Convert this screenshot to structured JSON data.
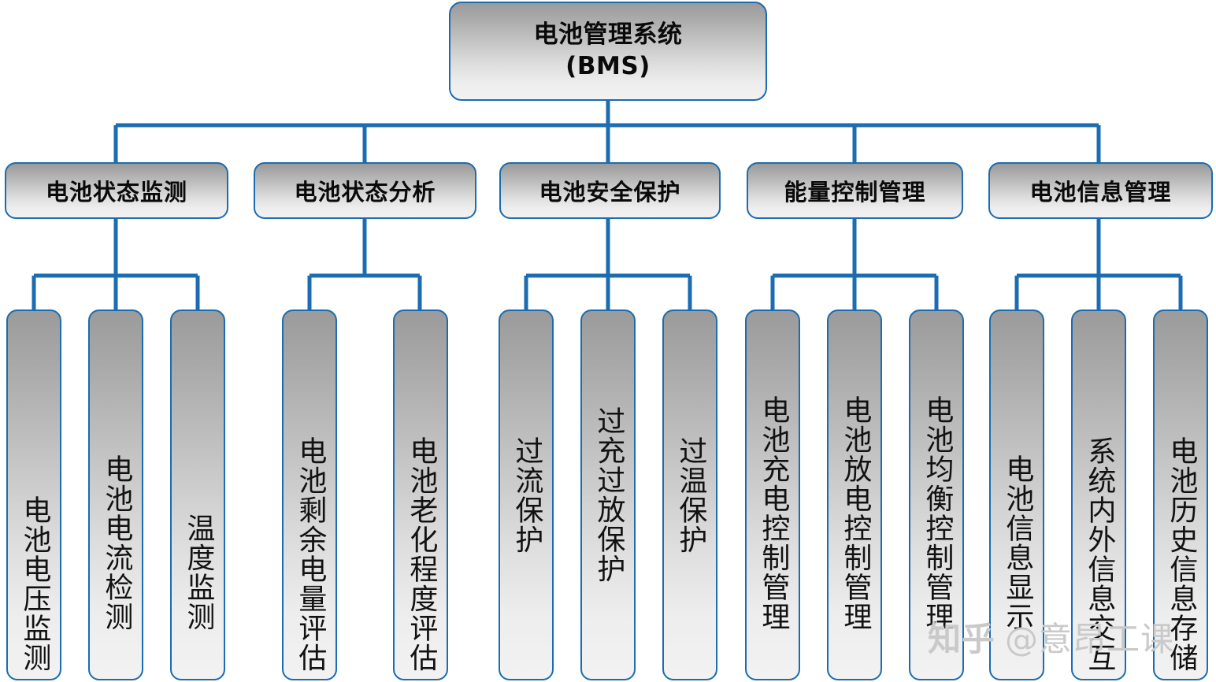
{
  "diagram": {
    "title_node": {
      "line1": "电池管理系统",
      "line2": "(BMS)"
    },
    "branches": [
      {
        "label": "电池状态监测",
        "children": [
          {
            "label": "电池电压监测"
          },
          {
            "label": "电池电流检测"
          },
          {
            "label": "温度监测"
          }
        ]
      },
      {
        "label": "电池状态分析",
        "children": [
          {
            "label": "电池剩余电量评估"
          },
          {
            "label": "电池老化程度评估"
          }
        ]
      },
      {
        "label": "电池安全保护",
        "children": [
          {
            "label": "过流保护"
          },
          {
            "label": "过充过放保护"
          },
          {
            "label": "过温保护"
          }
        ]
      },
      {
        "label": "能量控制管理",
        "children": [
          {
            "label": "电池充电控制管理"
          },
          {
            "label": "电池放电控制管理"
          },
          {
            "label": "电池均衡控制管理"
          }
        ]
      },
      {
        "label": "电池信息管理",
        "children": [
          {
            "label": "电池信息显示"
          },
          {
            "label": "系统内外信息交互"
          },
          {
            "label": "电池历史信息存储"
          }
        ]
      }
    ]
  },
  "watermark": {
    "logo": "知乎",
    "handle": "@意昂工课"
  },
  "colors": {
    "connector": "#1B6CB0",
    "node_border": "#1B6CB0",
    "node_gradient_top": "#9B9B9B",
    "node_gradient_bottom": "#F2F2F2",
    "text": "#0a0a0a",
    "watermark": "#c9c9c9",
    "background": "#ffffff"
  }
}
